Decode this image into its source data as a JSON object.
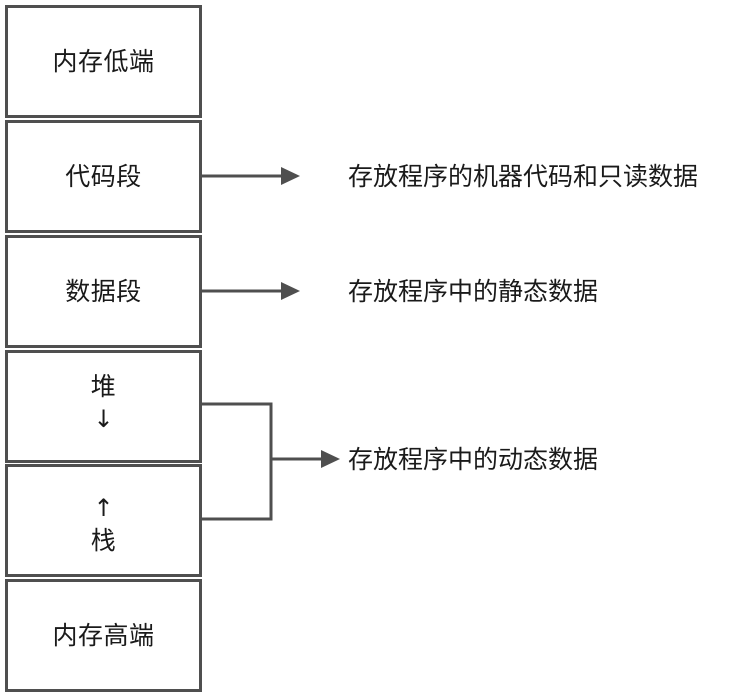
{
  "segments": {
    "low": "内存低端",
    "code": "代码段",
    "data": "数据段",
    "heap": "堆",
    "heap_arrow": "↓",
    "stack_arrow": "↑",
    "stack": "栈",
    "high": "内存高端"
  },
  "annotations": {
    "code": "存放程序的机器代码和只读数据",
    "data": "存放程序中的静态数据",
    "dynamic": "存放程序中的动态数据"
  },
  "colors": {
    "border": "#4f4f4f",
    "text": "#1a1a1a",
    "background": "#ffffff"
  }
}
